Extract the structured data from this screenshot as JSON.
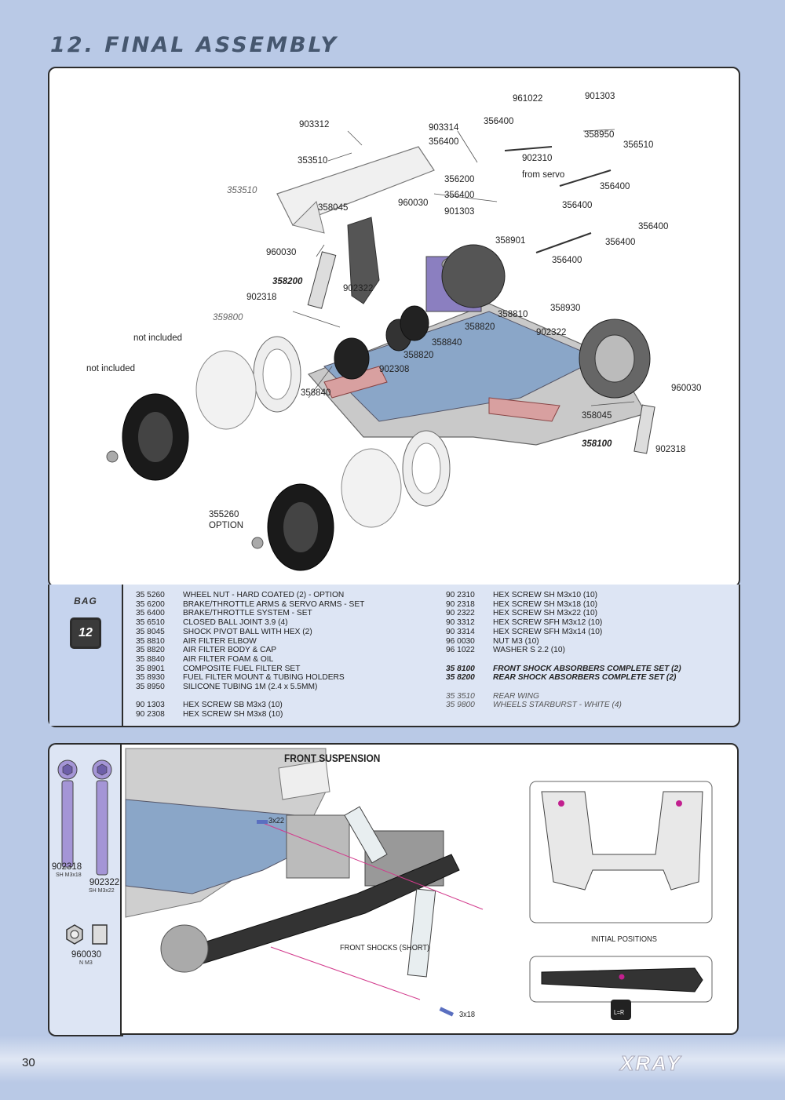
{
  "page": {
    "title": "12. FINAL ASSEMBLY",
    "page_number": "30",
    "brand": "XRAY"
  },
  "callouts": {
    "c961022": "961022",
    "c901303a": "901303",
    "c903312": "903312",
    "c903314": "903314",
    "c356400a": "356400",
    "c358950": "358950",
    "c356400b": "356400",
    "c356510": "356510",
    "c353510": "353510",
    "c902310": "902310",
    "c from_servo": "from servo",
    "c356200": "356200",
    "c356400c": "356400",
    "c353510i": "353510",
    "c356400d": "356400",
    "c358045a": "358045",
    "c960030a": "960030",
    "c901303b": "901303",
    "c356400e": "356400",
    "c356400f": "356400",
    "c356400g": "356400",
    "c358901": "358901",
    "c960030b": "960030",
    "c356400h": "356400",
    "c358200": "358200",
    "c902322a": "902322",
    "c902318a": "902318",
    "c358930": "358930",
    "c358810": "358810",
    "c359800": "359800",
    "c358820a": "358820",
    "c not_included_a": "not included",
    "c902322b": "902322",
    "c358840a": "358840",
    "c not_included_b": "not included",
    "c358820b": "358820",
    "c902308": "902308",
    "c358840b": "358840",
    "c960030c": "960030",
    "c358045b": "358045",
    "c358100": "358100",
    "c902318b": "902318",
    "c355260": "355260",
    "c option": "OPTION"
  },
  "bag": {
    "label": "BAG",
    "number": "12"
  },
  "parts_left": [
    {
      "code": "35 5260",
      "desc": "WHEEL NUT - HARD COATED (2) - OPTION"
    },
    {
      "code": "35 6200",
      "desc": "BRAKE/THROTTLE ARMS & SERVO ARMS - SET"
    },
    {
      "code": "35 6400",
      "desc": "BRAKE/THROTTLE SYSTEM - SET"
    },
    {
      "code": "35 6510",
      "desc": "CLOSED BALL JOINT 3.9 (4)"
    },
    {
      "code": "35 8045",
      "desc": "SHOCK PIVOT BALL WITH HEX (2)"
    },
    {
      "code": "35 8810",
      "desc": "AIR FILTER ELBOW"
    },
    {
      "code": "35 8820",
      "desc": "AIR FILTER BODY & CAP"
    },
    {
      "code": "35 8840",
      "desc": "AIR FILTER FOAM & OIL"
    },
    {
      "code": "35 8901",
      "desc": "COMPOSITE FUEL FILTER SET"
    },
    {
      "code": "35 8930",
      "desc": "FUEL FILTER MOUNT & TUBING HOLDERS"
    },
    {
      "code": "35 8950",
      "desc": "SILICONE TUBING 1M (2.4 x 5.5MM)"
    },
    {
      "code": "90 1303",
      "desc": "HEX SCREW  SB M3x3  (10)"
    },
    {
      "code": "90 2308",
      "desc": "HEX SCREW  SH M3x8  (10)"
    }
  ],
  "parts_right": [
    {
      "code": "90 2310",
      "desc": "HEX SCREW  SH M3x10  (10)"
    },
    {
      "code": "90 2318",
      "desc": "HEX SCREW  SH M3x18  (10)"
    },
    {
      "code": "90 2322",
      "desc": "HEX SCREW  SH M3x22  (10)"
    },
    {
      "code": "90 3312",
      "desc": "HEX SCREW  SFH M3x12  (10)"
    },
    {
      "code": "90 3314",
      "desc": "HEX SCREW  SFH M3x14  (10)"
    },
    {
      "code": "96 0030",
      "desc": "NUT M3  (10)"
    },
    {
      "code": "96 1022",
      "desc": "WASHER S 2.2 (10)"
    },
    {
      "code": "35 8100",
      "desc": "FRONT SHOCK ABSORBERS COMPLETE SET (2)"
    },
    {
      "code": "35 8200",
      "desc": "REAR SHOCK ABSORBERS COMPLETE SET (2)"
    },
    {
      "code": "35 3510",
      "desc": "REAR WING"
    },
    {
      "code": "35 9800",
      "desc": "WHEELS STARBURST - WHITE (4)"
    }
  ],
  "hardware": {
    "h902318": "902318",
    "h902318_sub": "SH M3x18",
    "h902322": "902322",
    "h902322_sub": "SH M3x22",
    "h960030": "960030",
    "h960030_sub": "N M3"
  },
  "lower": {
    "section_title": "FRONT SUSPENSION",
    "front_shocks": "FRONT SHOCKS (SHORT)",
    "initial_positions": "INITIAL POSITIONS",
    "screw_3x22": "3x22",
    "screw_3x18": "3x18",
    "lr_badge": "L=R"
  }
}
